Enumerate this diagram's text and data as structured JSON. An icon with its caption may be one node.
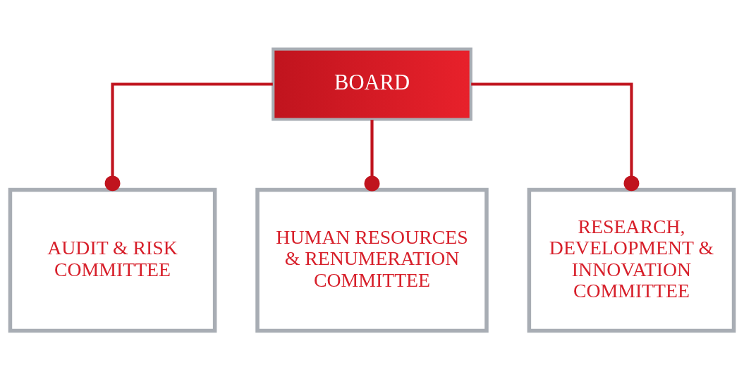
{
  "diagram": {
    "nodes": [
      {
        "text": [
          "BOARD"
        ]
      },
      {
        "text": [
          "AUDIT & RISK COMMITTEE"
        ]
      },
      {
        "text": [
          "HUMAN RESOURCES & RENUMERATION COMMITTEE"
        ]
      },
      {
        "text": [
          "RESEARCH, DEVELOPMENT & INNOVATION COMMITTEE"
        ]
      }
    ],
    "edges": [
      {
        "from": 0,
        "to": 1,
        "arrow": "other"
      },
      {
        "from": 0,
        "to": 2,
        "arrow": "other"
      },
      {
        "from": 0,
        "to": 3,
        "arrow": "other"
      }
    ]
  }
}
